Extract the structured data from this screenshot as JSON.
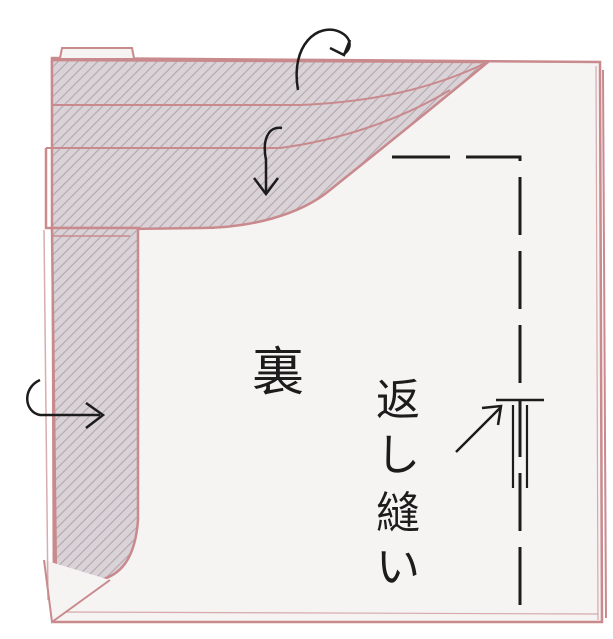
{
  "labels": {
    "side": "裏",
    "stitch": [
      "返",
      "し",
      "縫",
      "い"
    ]
  },
  "colors": {
    "background": "#ffffff",
    "fabric": "#f6f3f3",
    "fold_fill": "#d9d2d6",
    "hatch": "#b4a6ae",
    "edge": "#c98a8e",
    "ink": "#1c1c1c"
  },
  "icons": [
    "fold-over-arrow-icon",
    "fold-down-arrow-icon",
    "fold-right-arrow-icon",
    "pointer-arrow-icon"
  ]
}
